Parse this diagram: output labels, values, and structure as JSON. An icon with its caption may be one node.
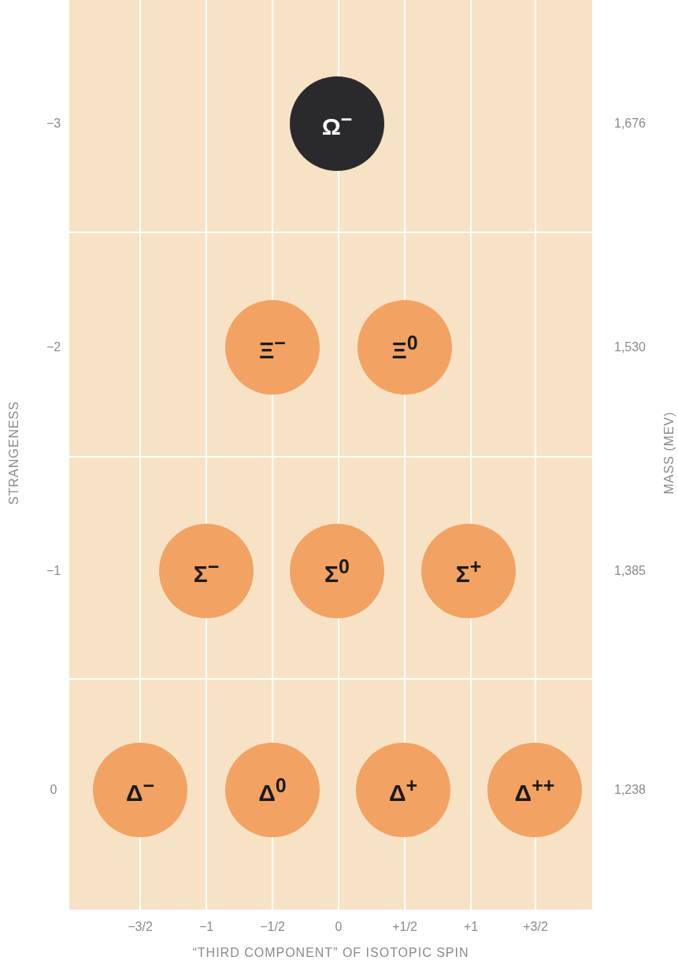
{
  "diagram": {
    "nodes": [
      {
        "text": [
          "Ω$^{−}$"
        ]
      },
      {
        "text": [
          "Ξ$^{−}$"
        ]
      },
      {
        "text": [
          "Ξ$^{0}$"
        ]
      },
      {
        "text": [
          "Σ$^{−}$"
        ]
      },
      {
        "text": [
          "Σ$^{0}$"
        ]
      },
      {
        "text": [
          "Σ$^{+}$"
        ]
      },
      {
        "text": [
          "Δ$^{−}$"
        ]
      },
      {
        "text": [
          "Δ$^{0}$"
        ]
      },
      {
        "text": [
          "Δ$^{+}$"
        ]
      },
      {
        "text": [
          "Δ$^{++}$"
        ]
      }
    ],
    "edges": [],
    "labels": [
      "−3",
      "1,676",
      "−2",
      "1,530",
      "STRANGENESS",
      "MASS (MEV)",
      "−1",
      "1,385",
      "0",
      "1,238",
      "−3/2",
      "−1",
      "−1/2",
      "0",
      "+1/2",
      "+1",
      "+3/2",
      "“THIRD COMPONENT” OF ISOTOPIC SPIN"
    ]
  }
}
